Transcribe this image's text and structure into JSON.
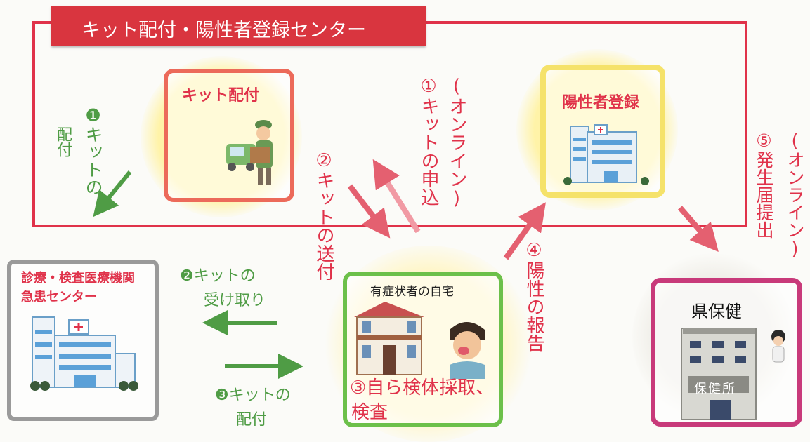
{
  "center": {
    "title": "キット配付・陽性者登録センター"
  },
  "nodes": {
    "kit_distribution": "キット配付",
    "positive_registration": "陽性者登録",
    "clinic_line1": "診療・検査医療機関",
    "clinic_line2": "急患センター",
    "home": "有症状者の自宅",
    "health": "県保健",
    "health_building_sign": "保健所"
  },
  "steps": {
    "s1_online": "(オンライン)",
    "s1_apply": "①キットの申込",
    "s1_deliver_a": "❶キットの",
    "s1_deliver_b": "配付",
    "s2_send": "②キットの送付",
    "s2_receive_a": "❷キットの",
    "s2_receive_b": "受け取り",
    "s3_self_a": "③自ら検体採取、",
    "s3_self_b": "検査",
    "s3_deliver_a": "❸キットの",
    "s3_deliver_b": "配付",
    "s4_report": "④陽性の報告",
    "s5_online": "(オンライン)",
    "s5_submit": "⑤発生届提出"
  },
  "colors": {
    "frame_red": "#e0324a",
    "card_orange": "#ec6a5a",
    "card_green": "#6cc04a",
    "card_pink": "#c83a7a",
    "card_gray": "#9a9a9a",
    "arrow_green": "#4f9c45",
    "arrow_pink": "#e46070",
    "yellow_blob": "#fff3a8"
  }
}
